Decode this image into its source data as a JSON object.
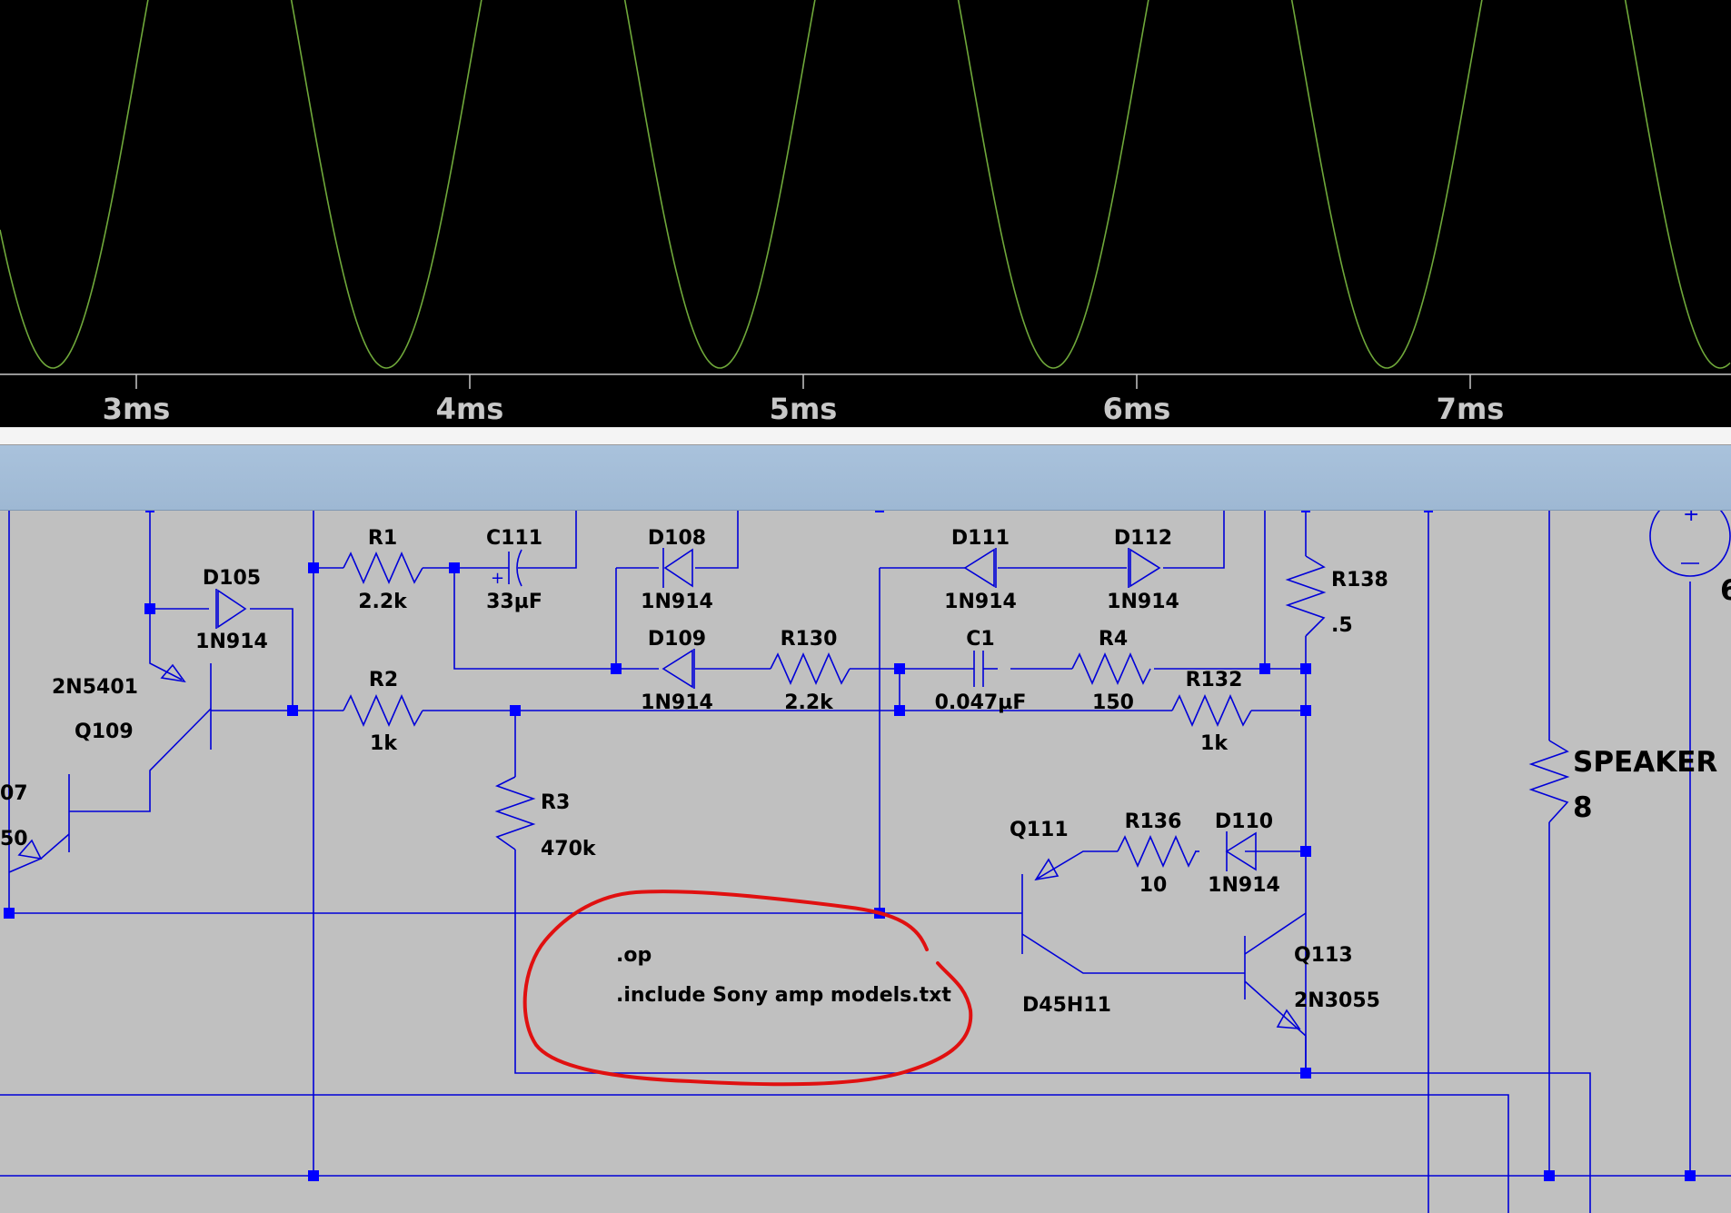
{
  "waveform": {
    "trace_color": "#6fa83a",
    "x_axis_ticks": [
      "3ms",
      "4ms",
      "5ms",
      "6ms",
      "7ms"
    ],
    "period_ms": 1.0,
    "trough_times_ms": [
      2.75,
      3.75,
      4.75,
      5.75,
      6.75,
      7.75
    ]
  },
  "schematic": {
    "wire_color": "#0000d8",
    "node_color": "#0000ff",
    "components": [
      {
        "ref": "R1",
        "value": "2.2k"
      },
      {
        "ref": "C111",
        "value": "33µF"
      },
      {
        "ref": "D108",
        "value": "1N914"
      },
      {
        "ref": "D111",
        "value": "1N914"
      },
      {
        "ref": "D112",
        "value": "1N914"
      },
      {
        "ref": "R138",
        "value": ".5"
      },
      {
        "ref": "D105",
        "value": "1N914"
      },
      {
        "ref": "D109",
        "value": "1N914"
      },
      {
        "ref": "R130",
        "value": "2.2k"
      },
      {
        "ref": "C1",
        "value": "0.047µF"
      },
      {
        "ref": "R4",
        "value": "150"
      },
      {
        "ref": "R132",
        "value": "1k"
      },
      {
        "ref": "R2",
        "value": "1k"
      },
      {
        "ref": "R3",
        "value": "470k"
      },
      {
        "ref": "R136",
        "value": "10"
      },
      {
        "ref": "D110",
        "value": "1N914"
      }
    ],
    "transistors": [
      {
        "ref": "Q109",
        "model": "2N5401"
      },
      {
        "ref": "Q111",
        "model": "D45H11"
      },
      {
        "ref": "Q113",
        "model": "2N3055"
      }
    ],
    "partial_labels": {
      "left_model": "07",
      "left_value": "50",
      "right_edge": "6"
    },
    "speaker": {
      "ref": "SPEAKER",
      "value": "8"
    },
    "spice_directives": [
      ".op",
      ".include Sony amp models.txt"
    ],
    "annotation_color": "#e01010"
  }
}
